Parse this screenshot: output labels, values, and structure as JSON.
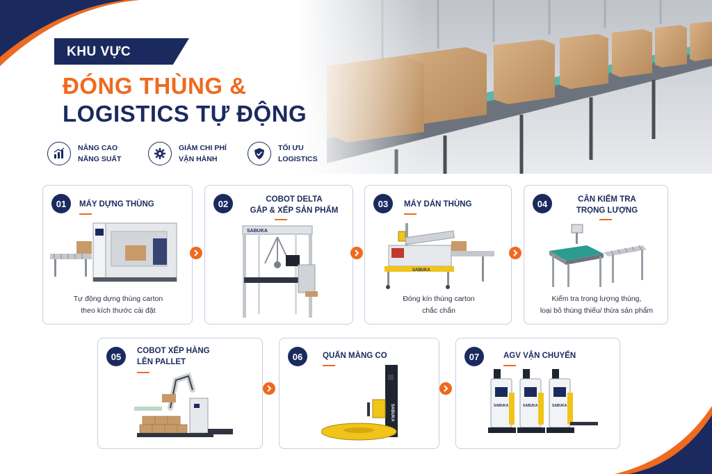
{
  "header": {
    "tag": "KHU VỰC",
    "title_line1": "ĐÓNG THÙNG &",
    "title_line2": "LOGISTICS TỰ ĐỘNG"
  },
  "features": [
    {
      "icon": "chart-icon",
      "line1": "NÂNG CAO",
      "line2": "NĂNG SUẤT"
    },
    {
      "icon": "gear-icon",
      "line1": "GIẢM CHI PHÍ",
      "line2": "VẬN HÀNH"
    },
    {
      "icon": "shield-check-icon",
      "line1": "TỐI ƯU",
      "line2": "LOGISTICS"
    }
  ],
  "steps": [
    {
      "num": "01",
      "title1": "MÁY DỰNG THÙNG",
      "title2": "",
      "desc1": "Tự động dựng thùng carton",
      "desc2": "theo kích thước cài đặt"
    },
    {
      "num": "02",
      "title1": "COBOT DELTA",
      "title2": "GẮP & XẾP SẢN PHẨM",
      "desc1": "",
      "desc2": ""
    },
    {
      "num": "03",
      "title1": "MÁY DÁN THÙNG",
      "title2": "",
      "desc1": "Đóng kín thùng carton",
      "desc2": "chắc chắn"
    },
    {
      "num": "04",
      "title1": "CÂN KIỂM TRA",
      "title2": "TRỌNG LƯỢNG",
      "desc1": "Kiểm tra trọng lượng thùng,",
      "desc2": "loại bỏ thùng thiếu/ thừa sản phẩm"
    },
    {
      "num": "05",
      "title1": "COBOT XẾP HÀNG",
      "title2": "LÊN PALLET",
      "desc1": "",
      "desc2": ""
    },
    {
      "num": "06",
      "title1": "QUẤN MÀNG CO",
      "title2": "",
      "desc1": "",
      "desc2": ""
    },
    {
      "num": "07",
      "title1": "AGV VẬN CHUYỂN",
      "title2": "",
      "desc1": "",
      "desc2": ""
    }
  ],
  "brand": "SABUKA",
  "colors": {
    "navy": "#1b2a5e",
    "orange": "#ef6a1f",
    "border": "#c9cde3"
  }
}
